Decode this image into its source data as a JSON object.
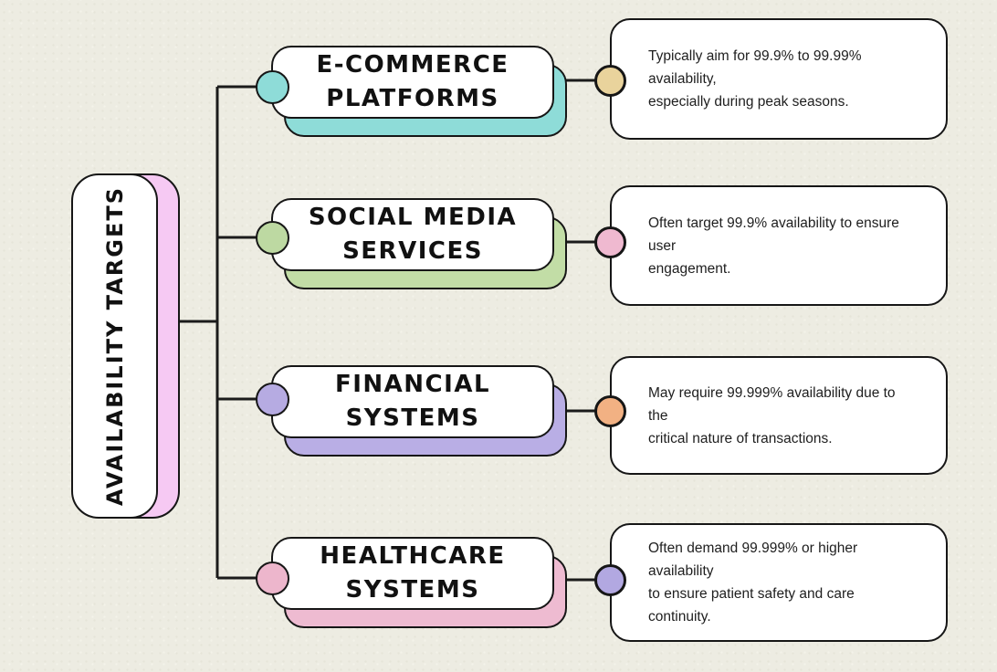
{
  "diagram_title": "AVAILABILITY TARGETS",
  "background_color": "#edece2",
  "line_color": "#1b1b1b",
  "root": {
    "title": "AVAILABILITY TARGETS",
    "shadow_color": "#f6c9f3"
  },
  "branches": [
    {
      "title": "E-COMMERCE\nPLATFORMS",
      "accent_color": "#8edcd8",
      "node_dot_color": "#8edcd8",
      "desc_dot_color": "#e9d39c",
      "description": "Typically aim for 99.9% to 99.99% availability,\nespecially during peak seasons."
    },
    {
      "title": "SOCIAL MEDIA\nSERVICES",
      "accent_color": "#c2dda6",
      "node_dot_color": "#bdd9a2",
      "desc_dot_color": "#efb9d0",
      "description": "Often target 99.9% availability to ensure user\nengagement."
    },
    {
      "title": "FINANCIAL\nSYSTEMS",
      "accent_color": "#b9aee5",
      "node_dot_color": "#b6abe2",
      "desc_dot_color": "#f2b183",
      "description": "May require 99.999% availability due to the\ncritical nature of transactions."
    },
    {
      "title": "HEALTHCARE\nSYSTEMS",
      "accent_color": "#eebbd1",
      "node_dot_color": "#edb6cc",
      "desc_dot_color": "#b2a8e1",
      "description": "Often demand 99.999% or higher availability\nto ensure patient safety and care continuity."
    }
  ]
}
